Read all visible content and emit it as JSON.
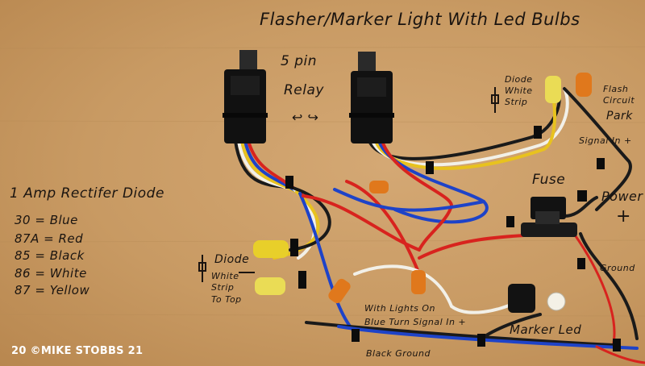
{
  "title": "Flasher/Marker Light With Led Bulbs",
  "relay": {
    "line1": "5 pin",
    "line2": "Relay",
    "arrows": "↩ ↪"
  },
  "legend": {
    "heading": "1 Amp Rectifer Diode",
    "items": [
      "30 = Blue",
      "87A = Red",
      "85 = Black",
      "86 = White",
      "87 = Yellow"
    ]
  },
  "labels": {
    "diode_white_strip_top": [
      "Diode",
      "White",
      "Strip"
    ],
    "flash_circuit": [
      "Flash",
      "Circuit"
    ],
    "park": "Park",
    "signal_in": "Signal In +",
    "fuse": "Fuse",
    "power": "Power",
    "power_plus": "+",
    "ground_right": "Ground",
    "diode_left": [
      "Diode",
      "White",
      "Strip",
      "To Top"
    ],
    "with_lights_on": "With Lights On",
    "blue_turn_signal": "Blue Turn Signal In +",
    "marker_led": "Marker Led",
    "black_ground": "Black Ground"
  },
  "credit": "20 ©MIKE STOBBS 21"
}
